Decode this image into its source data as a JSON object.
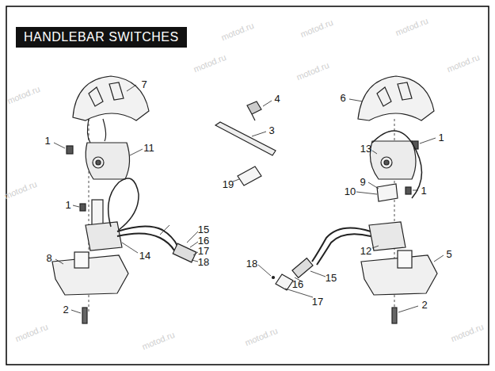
{
  "diagram": {
    "title": "HANDLEBAR SWITCHES",
    "labels": [
      "7",
      "1",
      "11",
      "1",
      "14",
      "15",
      "16",
      "17",
      "18",
      "8",
      "2",
      "4",
      "3",
      "19",
      "6",
      "13",
      "1",
      "9",
      "10",
      "1",
      "12",
      "5",
      "18",
      "16",
      "15",
      "17",
      "2",
      "motod.ru",
      "motod.ru",
      "motod.ru",
      "motod.ru",
      "motod.ru",
      "motod.ru",
      "motod.ru",
      "motod.ru",
      "motod.ru",
      "motod.ru",
      "motod.ru",
      "motod.ru"
    ]
  }
}
